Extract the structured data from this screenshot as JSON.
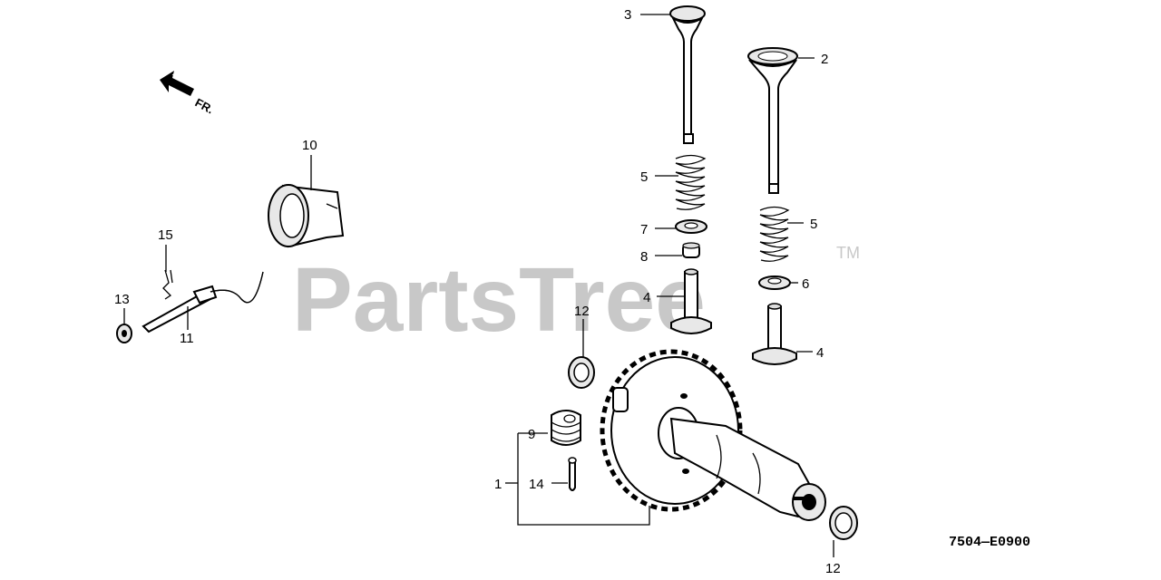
{
  "diagram": {
    "watermark": "PartsTree",
    "trademark": "TM",
    "direction_label": "FR.",
    "diagram_code": "7504—E0900",
    "callouts": {
      "c1": "1",
      "c2": "2",
      "c3": "3",
      "c4a": "4",
      "c4b": "4",
      "c5a": "5",
      "c5b": "5",
      "c6": "6",
      "c7": "7",
      "c8": "8",
      "c9": "9",
      "c10": "10",
      "c11": "11",
      "c12a": "12",
      "c12b": "12",
      "c13": "13",
      "c14": "14",
      "c15": "15"
    }
  }
}
